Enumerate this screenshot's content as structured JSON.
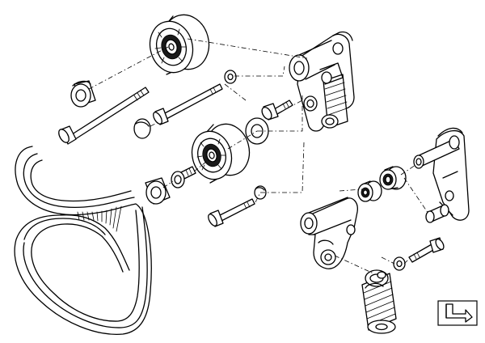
{
  "diagram": {
    "parts": [
      {
        "id": "ribbed-v-belt",
        "icon": "belt"
      },
      {
        "id": "upper-idler-pulley",
        "icon": "pulley"
      },
      {
        "id": "upper-pulley-cap",
        "icon": "cap"
      },
      {
        "id": "upper-long-bolt",
        "icon": "bolt"
      },
      {
        "id": "upper-short-bolt",
        "icon": "bolt"
      },
      {
        "id": "upper-cover-disc",
        "icon": "disc"
      },
      {
        "id": "upper-washer",
        "icon": "washer"
      },
      {
        "id": "middle-idler-pulley",
        "icon": "pulley"
      },
      {
        "id": "lower-pulley-cap",
        "icon": "cap"
      },
      {
        "id": "lower-bolt",
        "icon": "bolt"
      },
      {
        "id": "spacer-bolt",
        "icon": "bolt"
      },
      {
        "id": "flange-bolt",
        "icon": "bolt"
      },
      {
        "id": "large-washer",
        "icon": "washer"
      },
      {
        "id": "small-washer",
        "icon": "washer"
      },
      {
        "id": "belt-tensioner-assembly",
        "icon": "tensioner"
      },
      {
        "id": "tensioner-arm",
        "icon": "arm"
      },
      {
        "id": "tensioner-bracket",
        "icon": "bracket"
      },
      {
        "id": "needle-bearing-left",
        "icon": "bearing"
      },
      {
        "id": "needle-bearing-right",
        "icon": "bearing"
      },
      {
        "id": "bracket-bushing",
        "icon": "bushing"
      },
      {
        "id": "hydraulic-damper",
        "icon": "damper"
      },
      {
        "id": "damper-bolt",
        "icon": "bolt"
      },
      {
        "id": "damper-washer",
        "icon": "washer"
      }
    ],
    "navigation": {
      "icon": "return-arrow-icon"
    }
  }
}
